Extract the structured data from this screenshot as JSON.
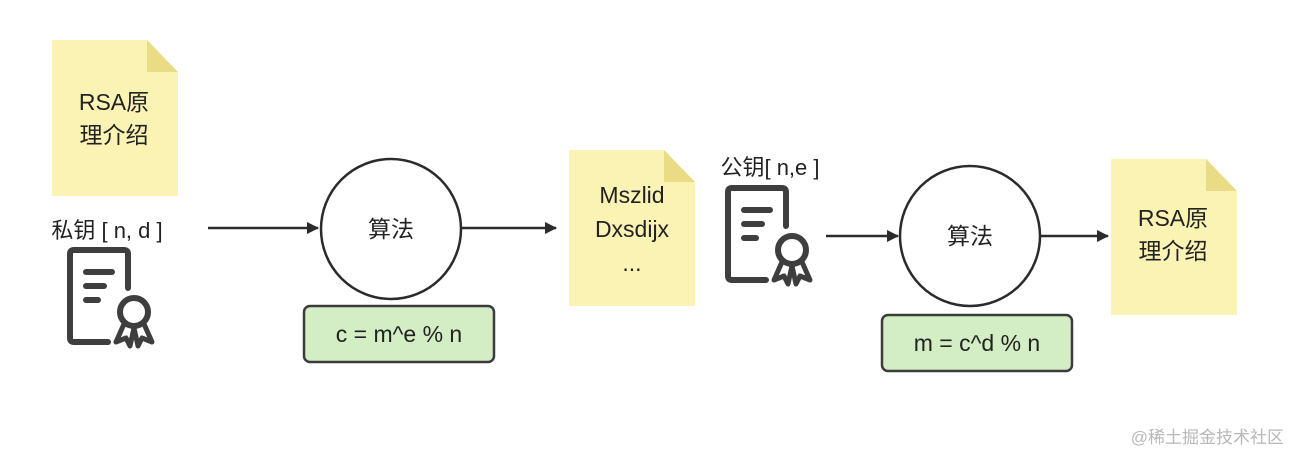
{
  "diagram": {
    "doc_input": {
      "line1": "RSA原",
      "line2": "理介绍"
    },
    "private_key": {
      "label": "私钥 [ n, d ]",
      "icon": "certificate-icon"
    },
    "encrypt": {
      "label": "算法",
      "formula": "c = m^e % n"
    },
    "ciphertext": {
      "line1": "Mszlid",
      "line2": "Dxsdijx",
      "line3": "..."
    },
    "public_key": {
      "label": "公钥[ n,e ]",
      "icon": "certificate-icon"
    },
    "decrypt": {
      "label": "算法",
      "formula": "m = c^d % n"
    },
    "doc_output": {
      "line1": "RSA原",
      "line2": "理介绍"
    }
  },
  "watermark": "@稀土掘金技术社区",
  "colors": {
    "note_fill": "#fbf3b4",
    "note_fold": "#e9dc85",
    "formula_fill": "#d3edc4",
    "formula_stroke": "#3c3c3c",
    "line": "#2b2b2b",
    "icon": "#3e3e3e"
  }
}
